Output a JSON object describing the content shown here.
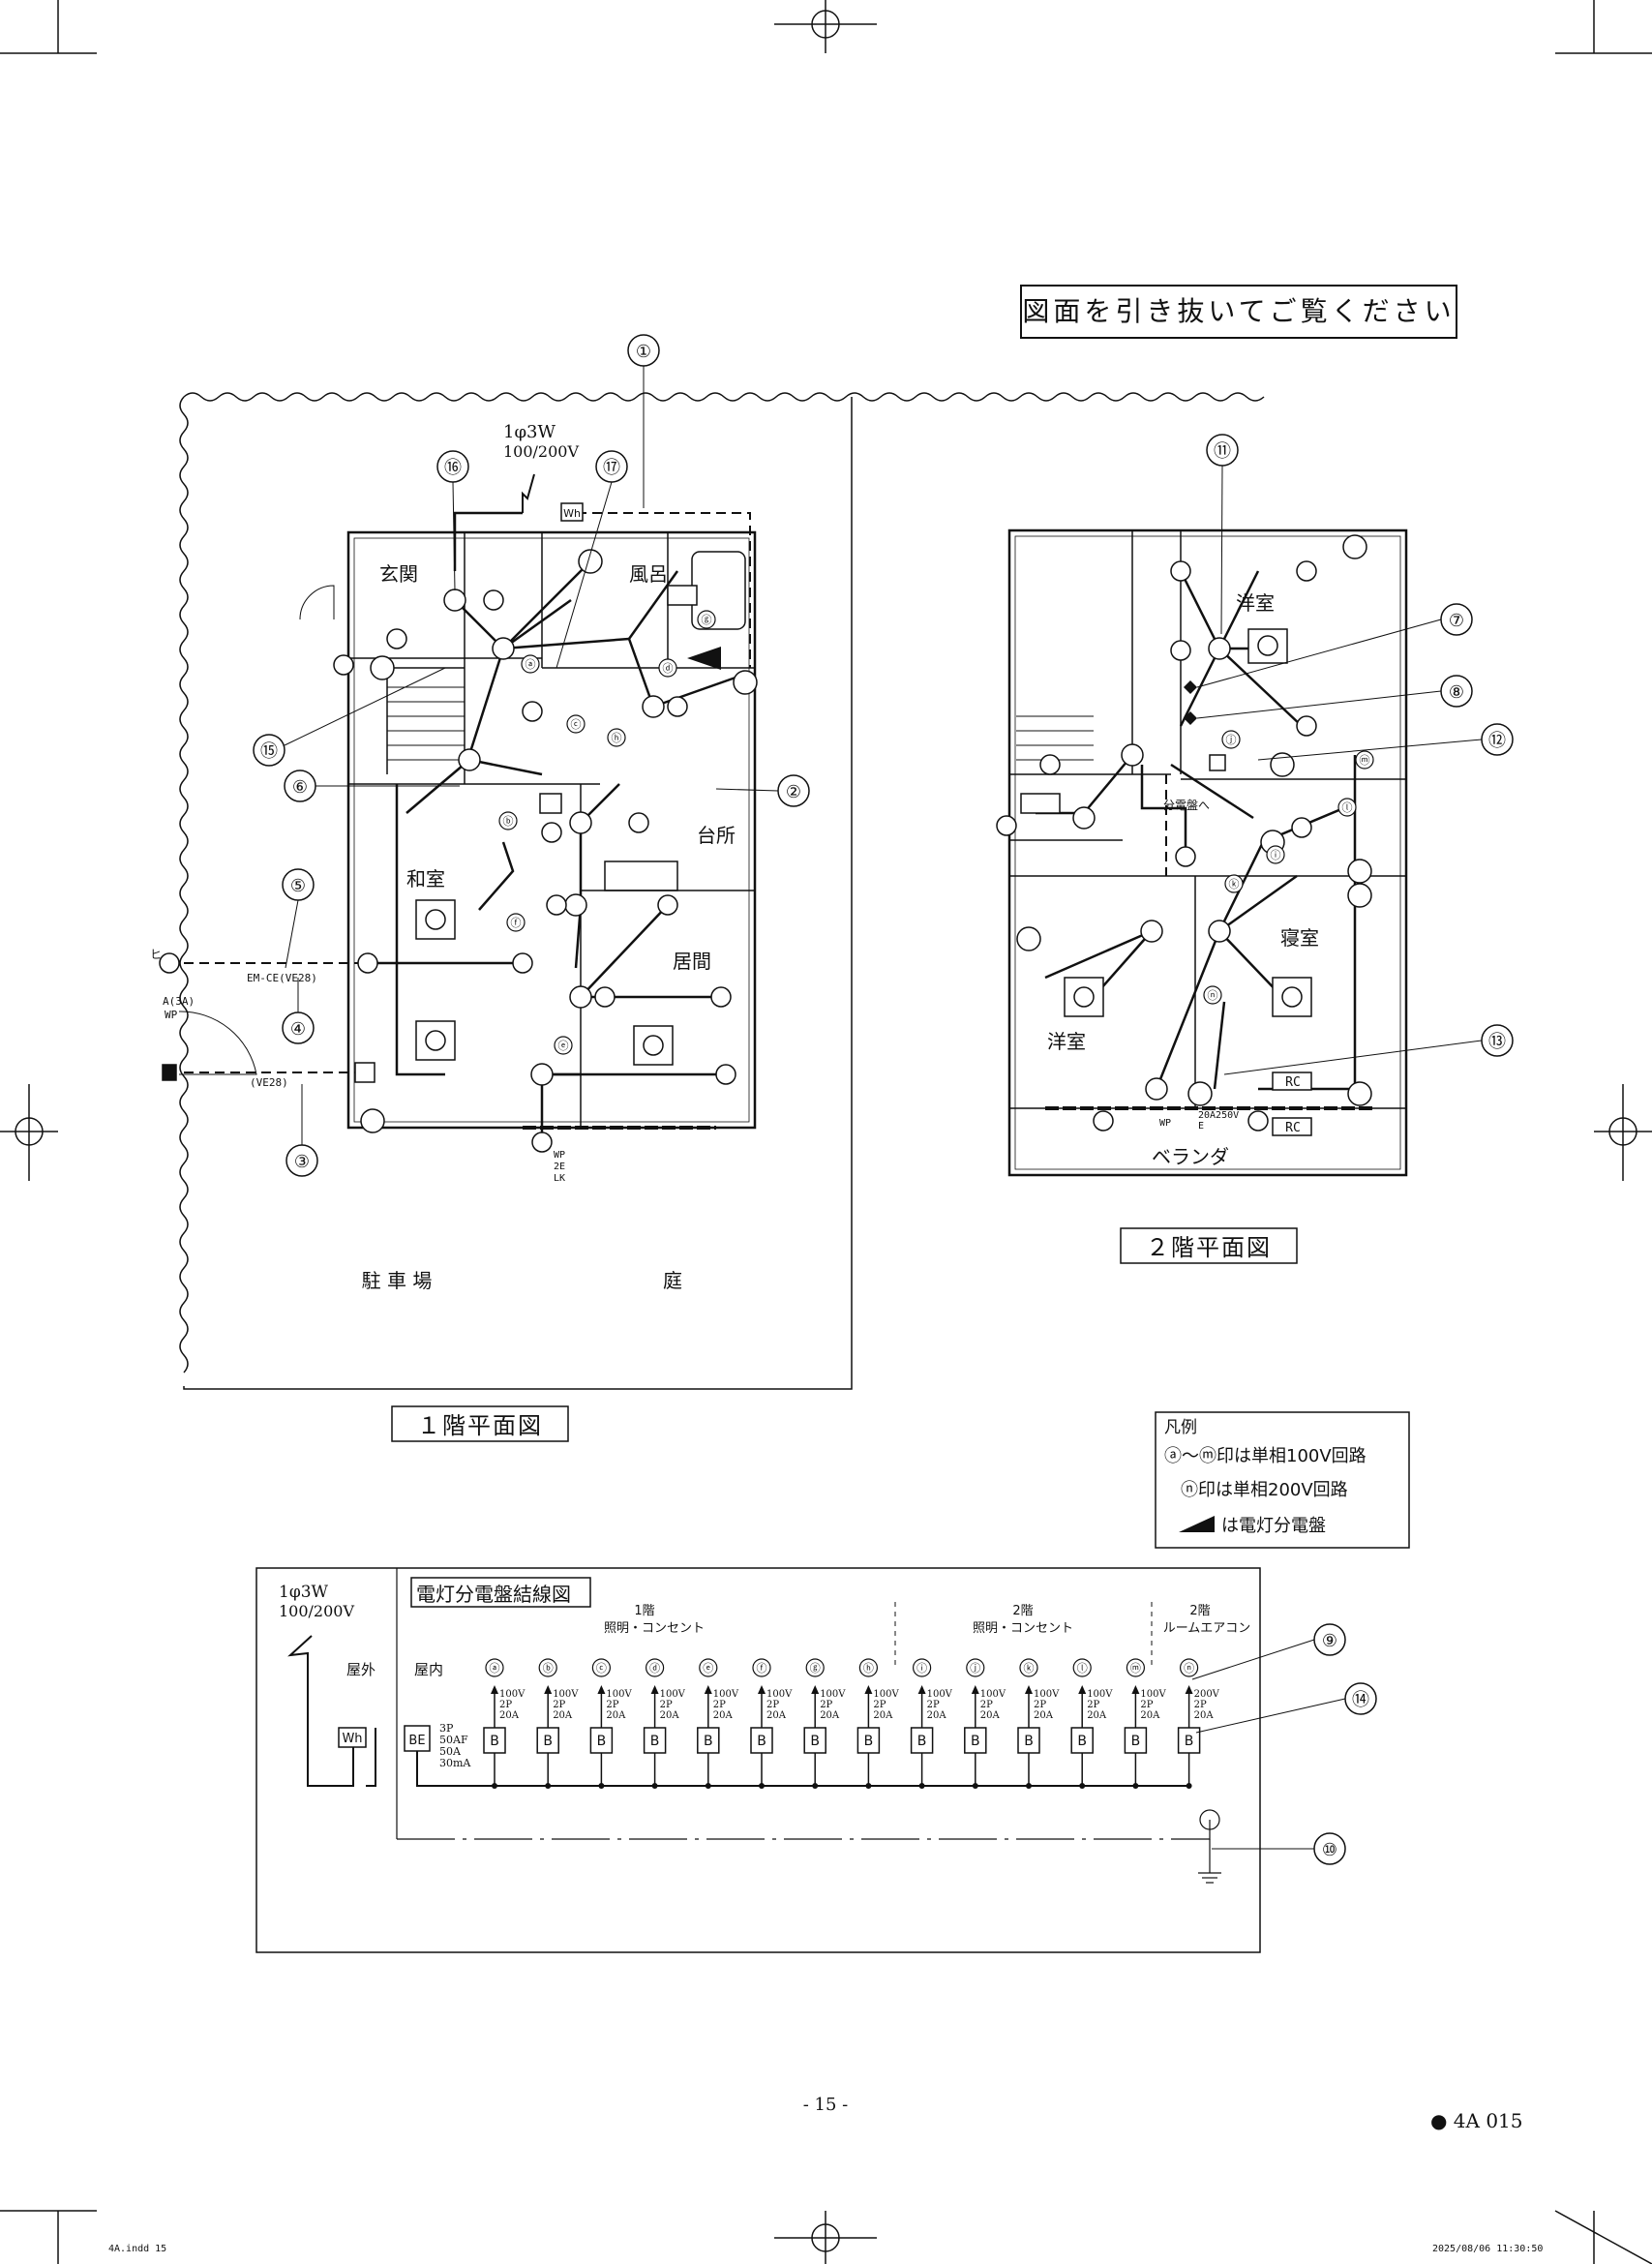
{
  "notice": "図面を引き抜いてご覧ください",
  "floor1": {
    "title": "１階平面図",
    "supply_1": "1φ3W",
    "supply_2": "100/200V",
    "wh": "Wh",
    "rooms": [
      "玄関",
      "風呂",
      "台所",
      "和室",
      "居間",
      "駐 車 場",
      "庭"
    ],
    "labels": {
      "em_ce": "EM-CE(VE28)",
      "ve28": "(VE28)",
      "a3a": "A(3A)",
      "wp": "WP",
      "hi": "ヒ",
      "wp2e": [
        "WP",
        "2E",
        "LK"
      ]
    },
    "callouts": [
      "①",
      "②",
      "③",
      "④",
      "⑤",
      "⑥",
      "⑮",
      "⑯",
      "⑰"
    ],
    "circuits": [
      "ⓐ",
      "ⓑ",
      "ⓒ",
      "ⓓ",
      "ⓔ",
      "ⓕ",
      "ⓖ",
      "ⓗ"
    ]
  },
  "floor2": {
    "title": "２階平面図",
    "rooms": [
      "洋室",
      "寝室",
      "洋室",
      "ベランダ"
    ],
    "labels": {
      "bunden": "分電盤へ",
      "rc": "RC",
      "rating": "20A250V",
      "e": "E",
      "wp": "WP"
    },
    "callouts": [
      "⑦",
      "⑧",
      "⑪",
      "⑫",
      "⑬"
    ],
    "circuits": [
      "ⓘ",
      "ⓙ",
      "ⓚ",
      "ⓛ",
      "ⓜ",
      "ⓝ"
    ]
  },
  "legend": {
    "title": "凡例",
    "line1": "ⓐ～ⓜ印は単相100V回路",
    "line2": "ⓝ印は単相200V回路",
    "line3": "は電灯分電盤"
  },
  "panel": {
    "title": "電灯分電盤結線図",
    "supply_1": "1φ3W",
    "supply_2": "100/200V",
    "outdoor": "屋外",
    "indoor": "屋内",
    "wh": "Wh",
    "be": "BE",
    "be_spec": [
      "3P",
      "50AF",
      "50A",
      "30mA"
    ],
    "group1": [
      "1階",
      "照明・コンセント"
    ],
    "group2": [
      "2階",
      "照明・コンセント"
    ],
    "group3": [
      "2階",
      "ルームエアコン"
    ],
    "breaker_label": "B",
    "circuits": [
      "ⓐ",
      "ⓑ",
      "ⓒ",
      "ⓓ",
      "ⓔ",
      "ⓕ",
      "ⓖ",
      "ⓗ",
      "ⓘ",
      "ⓙ",
      "ⓚ",
      "ⓛ",
      "ⓜ",
      "ⓝ"
    ],
    "spec_100": [
      "100V",
      "2P",
      "20A"
    ],
    "spec_200": [
      "200V",
      "2P",
      "20A"
    ],
    "callouts": [
      "⑨",
      "⑩",
      "⑭"
    ]
  },
  "footer": {
    "page": "- 15 -",
    "code": "● 4A 015",
    "file": "4A.indd 15",
    "stamp": "2025/08/06 11:30:50"
  }
}
